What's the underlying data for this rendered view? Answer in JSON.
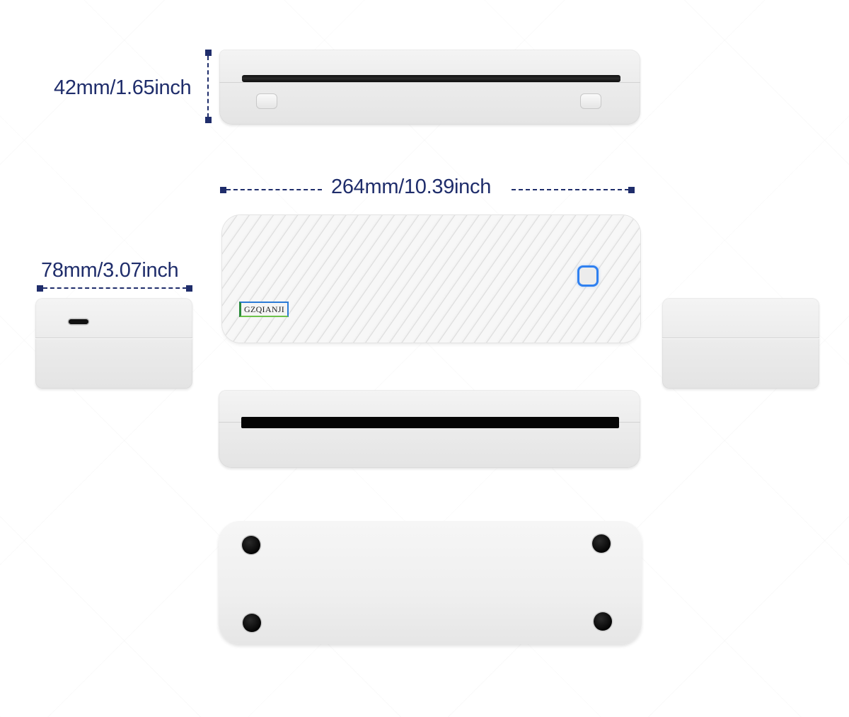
{
  "diagram": {
    "subject": "Portable thermal printer dimension views",
    "dimensions": {
      "height": {
        "label": "42mm/1.65inch",
        "value_mm": 42,
        "value_inch": 1.65
      },
      "length": {
        "label": "264mm/10.39inch",
        "value_mm": 264,
        "value_inch": 10.39
      },
      "width": {
        "label": "78mm/3.07inch",
        "value_mm": 78,
        "value_inch": 3.07
      }
    },
    "views": [
      {
        "id": "front",
        "label": "Front view with paper slot and two buttons"
      },
      {
        "id": "top",
        "label": "Top view with diagonal ribbed texture"
      },
      {
        "id": "left-side",
        "label": "Left side with USB-C port"
      },
      {
        "id": "right-side",
        "label": "Right side"
      },
      {
        "id": "back",
        "label": "Back view with paper output slot"
      },
      {
        "id": "bottom",
        "label": "Bottom view with four rubber feet"
      }
    ],
    "brand": {
      "badge_text": "GZQIANJI"
    },
    "colors": {
      "dimension": "#1f2d6b",
      "power_button_ring": "#2f80f0",
      "device_body": "#ececec",
      "background": "#ffffff"
    }
  }
}
